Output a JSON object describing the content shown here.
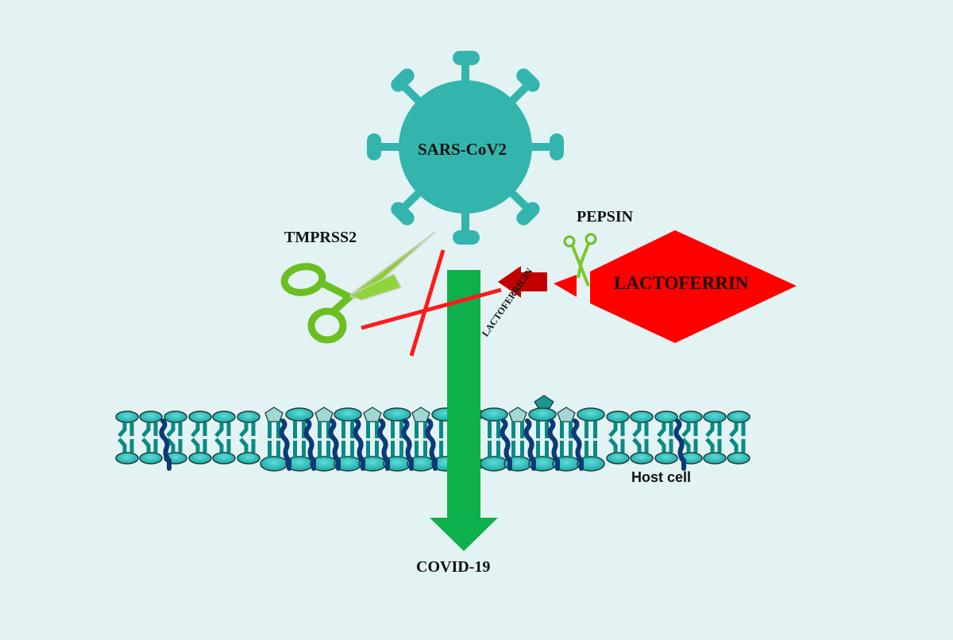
{
  "diagram": {
    "virus": {
      "label": "SARS-CoV2",
      "color": "#33b5ad"
    },
    "protease": {
      "label": "TMPRSS2",
      "blocked": true
    },
    "pepsin": {
      "label": "PEPSIN"
    },
    "lactoferrin": {
      "label": "LACTOFERRIN",
      "color": "#ff0000"
    },
    "lactoferricin": {
      "label": "LACTOFERRICIN"
    },
    "membrane": {
      "label": "Host cell"
    },
    "outcome": {
      "label": "COVID-19"
    },
    "colors": {
      "background": "#e3f3f4",
      "entry_arrow": "#0db04b",
      "inhibit_arrow": "#c00000",
      "block_cross": "#ff1a1a",
      "scissors": "#7fc62e",
      "lipid_head": "#22b8b4",
      "lipid_tail": "#0a8a84",
      "cholesterol": "#0b3a78"
    }
  }
}
